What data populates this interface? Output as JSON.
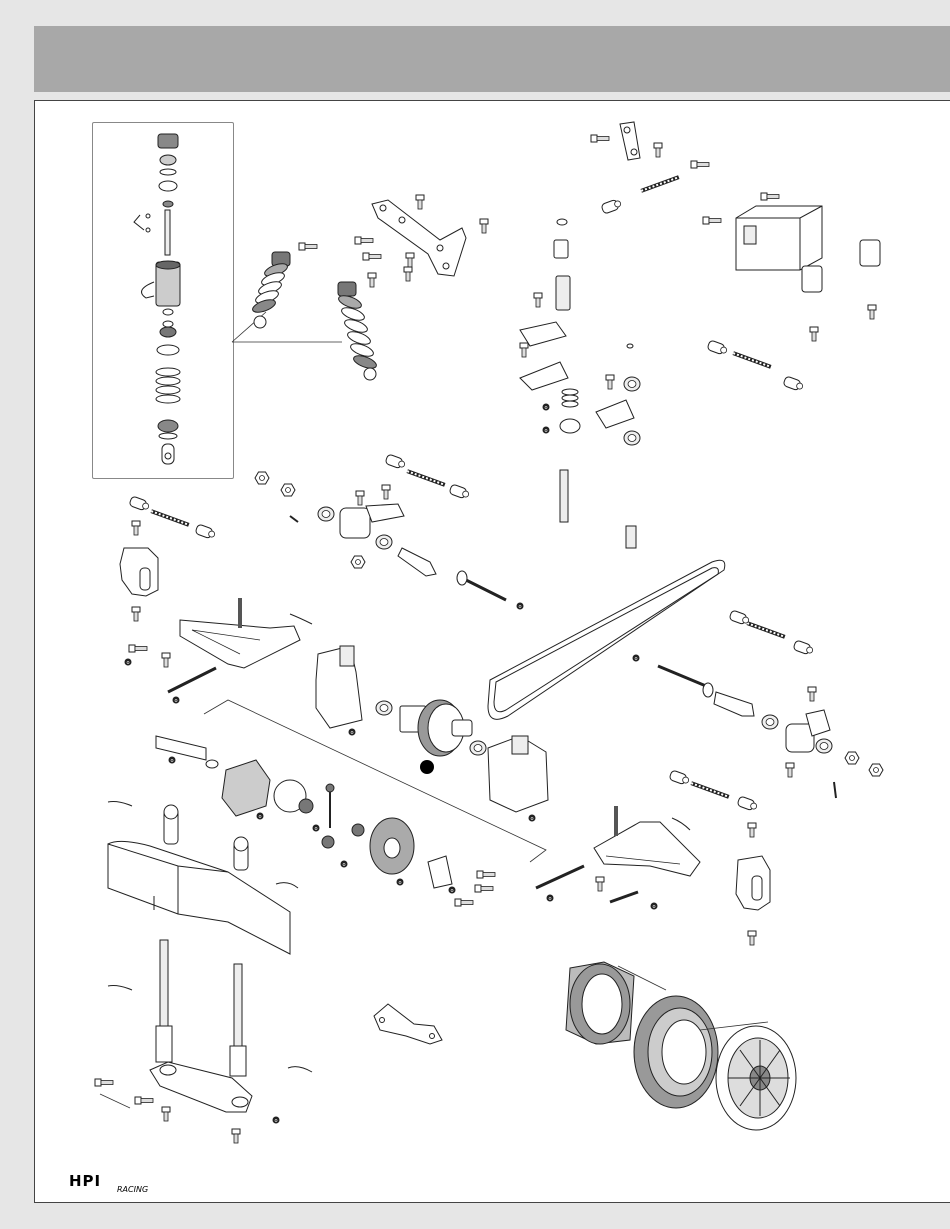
{
  "page": {
    "header_band_color": "#a8a8a8",
    "background_color": "#e6e6e6",
    "frame_color": "#ffffff"
  },
  "diagram": {
    "callout_glyph": "•",
    "icon": "exploded-parts-diagram"
  },
  "logo": {
    "text": "HPI",
    "subtext": "RACING",
    "icon": "hpi-racing-logo"
  }
}
